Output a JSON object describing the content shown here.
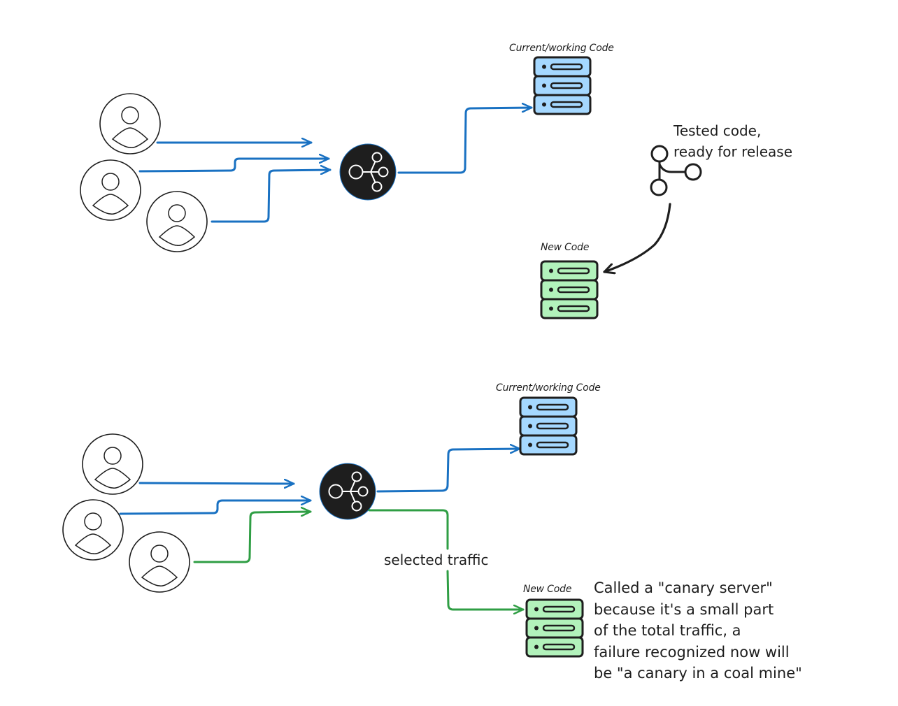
{
  "colors": {
    "blue_arrow": "#1971c2",
    "green_arrow": "#2f9e44",
    "black_arrow": "#1e1e1e",
    "server_current_fill": "#a5d8ff",
    "server_new_fill": "#b2f2bb",
    "stroke": "#1e1e1e",
    "load_balancer_fill": "#1e1e1e",
    "load_balancer_icon": "#ffffff"
  },
  "top_diagram": {
    "users": [
      {
        "icon": "user-icon"
      },
      {
        "icon": "user-icon"
      },
      {
        "icon": "user-icon"
      }
    ],
    "load_balancer": {
      "icon": "load-balancer-icon"
    },
    "current_server": {
      "label": "Current/working Code",
      "icon": "server-icon"
    },
    "git_branch": {
      "icon": "git-branch-icon"
    },
    "tested_note": "Tested code,\nready for release",
    "tested_note_line1": "Tested code,",
    "tested_note_line2": "ready for release",
    "new_server": {
      "label": "New Code",
      "icon": "server-icon"
    }
  },
  "bottom_diagram": {
    "users": [
      {
        "icon": "user-icon"
      },
      {
        "icon": "user-icon"
      },
      {
        "icon": "user-icon"
      }
    ],
    "load_balancer": {
      "icon": "load-balancer-icon"
    },
    "current_server": {
      "label": "Current/working Code",
      "icon": "server-icon"
    },
    "selected_traffic_label": "selected traffic",
    "new_server": {
      "label": "New Code",
      "icon": "server-icon"
    },
    "canary_note_lines": [
      "Called a \"canary server\"",
      "because it's a small part",
      "of the total traffic, a",
      "failure recognized now will",
      "be \"a canary in a coal mine\""
    ]
  }
}
